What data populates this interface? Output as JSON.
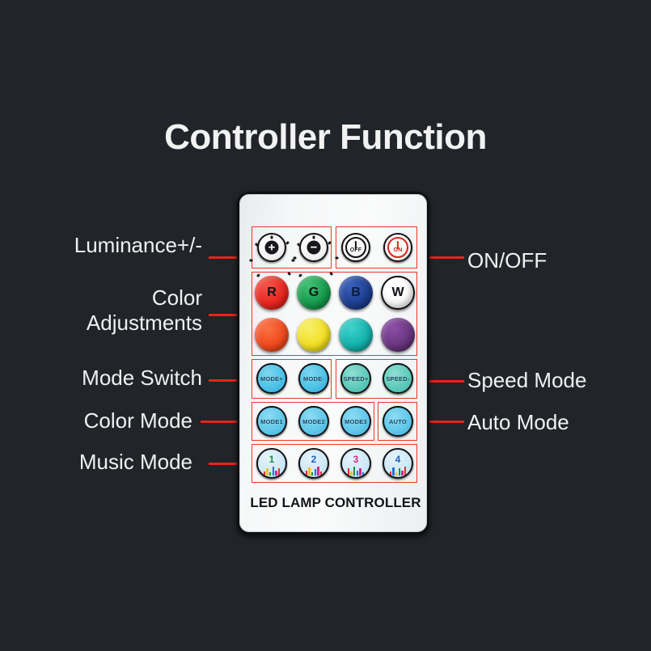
{
  "page": {
    "title": "Controller Function",
    "background_color": "#212429",
    "accent_color": "#f03424"
  },
  "remote": {
    "brand_text": "LED LAMP CONTROLLER",
    "rows": {
      "luminance": [
        {
          "id": "brightness-up",
          "symbol": "+",
          "icon": "brightness-plus-icon"
        },
        {
          "id": "brightness-down",
          "symbol": "−",
          "icon": "brightness-minus-icon"
        }
      ],
      "power": [
        {
          "id": "power-off",
          "label": "OFF",
          "color": "#2a2b2e"
        },
        {
          "id": "power-on",
          "label": "ON",
          "color": "#d8261c"
        }
      ],
      "colors_primary": [
        {
          "id": "color-red",
          "label": "R",
          "color": "#e8261f"
        },
        {
          "id": "color-green",
          "label": "G",
          "color": "#179a4c"
        },
        {
          "id": "color-blue",
          "label": "B",
          "color": "#1d3f91"
        },
        {
          "id": "color-white",
          "label": "W",
          "color": "#fbfbfb"
        }
      ],
      "colors_secondary": [
        {
          "id": "color-orange",
          "label": "",
          "color": "#f04a1e"
        },
        {
          "id": "color-yellow",
          "label": "",
          "color": "#f2e023"
        },
        {
          "id": "color-cyan",
          "label": "",
          "color": "#14b2ad"
        },
        {
          "id": "color-purple",
          "label": "",
          "color": "#6a3580"
        }
      ],
      "mode_switch": [
        {
          "id": "mode-plus",
          "label": "MODE+"
        },
        {
          "id": "mode-minus",
          "label": "MODE-"
        }
      ],
      "speed": [
        {
          "id": "speed-plus",
          "label": "SPEED+"
        },
        {
          "id": "speed-minus",
          "label": "SPEED-"
        }
      ],
      "color_mode": [
        {
          "id": "mode-1",
          "label": "MODE1"
        },
        {
          "id": "mode-2",
          "label": "MODE2"
        },
        {
          "id": "mode-3",
          "label": "MODE3"
        }
      ],
      "auto": [
        {
          "id": "auto-mode",
          "label": "AUTO"
        }
      ],
      "music_mode": [
        {
          "id": "music-1",
          "label": "1",
          "number_color": "#1a8f3f"
        },
        {
          "id": "music-2",
          "label": "2",
          "number_color": "#1f5fbf"
        },
        {
          "id": "music-3",
          "label": "3",
          "number_color": "#d02a8a"
        },
        {
          "id": "music-4",
          "label": "4",
          "number_color": "#1f5fbf"
        }
      ]
    }
  },
  "callouts": {
    "left": [
      {
        "id": "callout-luminance",
        "text": "Luminance+/-"
      },
      {
        "id": "callout-color-adj-1",
        "text": "Color"
      },
      {
        "id": "callout-color-adj-2",
        "text": "Adjustments"
      },
      {
        "id": "callout-mode-switch",
        "text": "Mode Switch"
      },
      {
        "id": "callout-color-mode",
        "text": "Color Mode"
      },
      {
        "id": "callout-music-mode",
        "text": "Music Mode"
      }
    ],
    "right": [
      {
        "id": "callout-on-off",
        "text": "ON/OFF"
      },
      {
        "id": "callout-speed-mode",
        "text": "Speed Mode"
      },
      {
        "id": "callout-auto-mode",
        "text": "Auto Mode"
      }
    ]
  }
}
